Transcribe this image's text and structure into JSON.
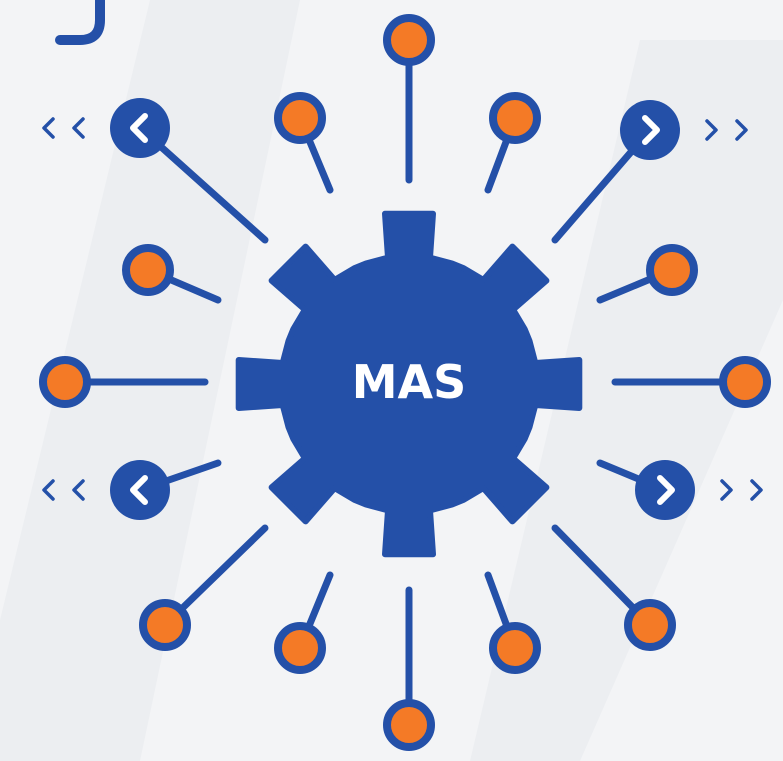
{
  "diagram": {
    "center_label": "MAS",
    "colors": {
      "background": "#f3f4f6",
      "stripe": "#e8e9ec",
      "hub": "#2450a8",
      "connector": "#2450a8",
      "node_fill": "#f47a26",
      "node_stroke": "#2450a8",
      "label": "#ffffff"
    },
    "connectors": [
      {
        "id": "top",
        "node": "orange"
      },
      {
        "id": "top-right-inner",
        "node": "orange"
      },
      {
        "id": "top-right-outer",
        "node": "arrow-right"
      },
      {
        "id": "right-upper",
        "node": "orange"
      },
      {
        "id": "right",
        "node": "orange"
      },
      {
        "id": "right-lower",
        "node": "arrow-right"
      },
      {
        "id": "bottom-right-outer",
        "node": "orange"
      },
      {
        "id": "bottom-right-inner",
        "node": "orange"
      },
      {
        "id": "bottom",
        "node": "orange"
      },
      {
        "id": "bottom-left-inner",
        "node": "orange"
      },
      {
        "id": "bottom-left-outer",
        "node": "orange"
      },
      {
        "id": "left-lower",
        "node": "arrow-left"
      },
      {
        "id": "left",
        "node": "orange"
      },
      {
        "id": "left-upper",
        "node": "orange"
      },
      {
        "id": "top-left-outer",
        "node": "arrow-left"
      },
      {
        "id": "top-left-inner",
        "node": "orange"
      }
    ],
    "icons": {
      "hub": "gear-icon",
      "arrow_left": "chevron-left-icon",
      "arrow_right": "chevron-right-icon",
      "trail_left": "double-chevron-left-icon",
      "trail_right": "double-chevron-right-icon"
    }
  }
}
